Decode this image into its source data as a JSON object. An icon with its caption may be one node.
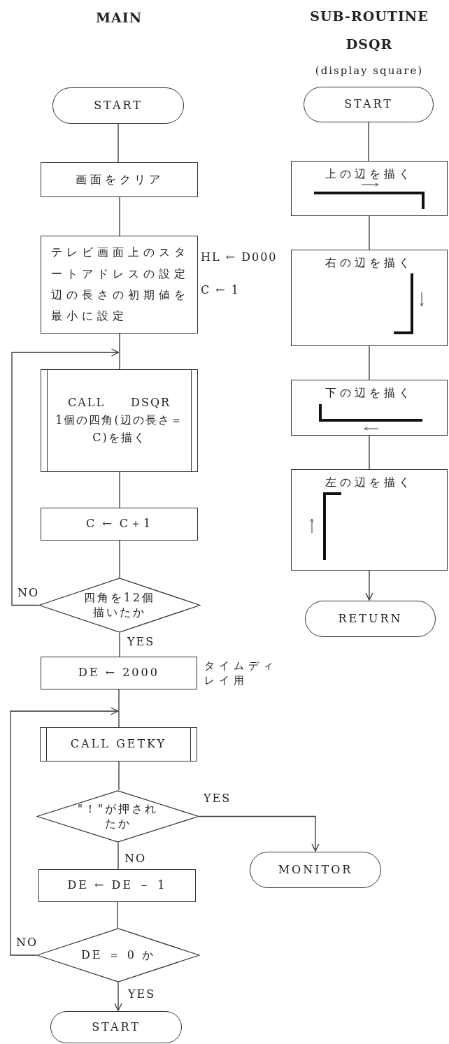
{
  "diagram": {
    "nodes": [
      {
        "text": [
          "START"
        ]
      },
      {
        "text": [
          "画面をクリア"
        ]
      },
      {
        "text": [
          "テレビ画面上のスタートアドレスの設定辺の長さの初期値を最小に設定"
        ],
        "beside": [
          "HL ← D000",
          "C ← 1"
        ]
      },
      {
        "text": [
          "CALL DSQR",
          "1個の四角(辺の長さ＝C)を描く"
        ]
      },
      {
        "text": [
          "C ← C＋1"
        ]
      },
      {
        "text": [
          "四角を12個描いたか"
        ]
      },
      {
        "text": [
          "DE ← 2000"
        ],
        "beside": [
          "タイムディレイ用"
        ]
      },
      {
        "text": [
          "CALL GETKY"
        ]
      },
      {
        "text": [
          "\"！\"が押されたか"
        ]
      },
      {
        "text": [
          "DE ← DE － 1"
        ]
      },
      {
        "text": [
          "DE ＝ 0 か"
        ]
      },
      {
        "text": [
          "START"
        ]
      },
      {
        "text": [
          "MONITOR"
        ]
      },
      {
        "text": [
          "START"
        ]
      },
      {
        "text": [
          "上の辺を描く"
        ]
      },
      {
        "text": [
          "右の辺を描く"
        ]
      },
      {
        "text": [
          "下の辺を描く"
        ]
      },
      {
        "text": [
          "左の辺を描く"
        ]
      },
      {
        "text": [
          "RETURN"
        ]
      }
    ],
    "edges": [
      {
        "from": 0,
        "to": 1,
        "arrow": "none"
      },
      {
        "from": 1,
        "to": 2,
        "arrow": "none"
      },
      {
        "from": 2,
        "to": 3,
        "arrow": "none"
      },
      {
        "from": 3,
        "to": 4,
        "arrow": "none"
      },
      {
        "from": 4,
        "to": 5,
        "arrow": "none"
      },
      {
        "from": 5,
        "to": 3,
        "arrow": "to",
        "label": "NO"
      },
      {
        "from": 5,
        "to": 6,
        "arrow": "none",
        "label": "YES"
      },
      {
        "from": 6,
        "to": 7,
        "arrow": "none"
      },
      {
        "from": 10,
        "to": 7,
        "arrow": "to",
        "label": "NO"
      },
      {
        "from": 7,
        "to": 8,
        "arrow": "none"
      },
      {
        "from": 8,
        "to": 12,
        "arrow": "to",
        "label": "YES"
      },
      {
        "from": 8,
        "to": 9,
        "arrow": "none",
        "label": "NO"
      },
      {
        "from": 9,
        "to": 10,
        "arrow": "none"
      },
      {
        "from": 10,
        "to": 11,
        "arrow": "to",
        "label": "YES"
      },
      {
        "from": 13,
        "to": 14,
        "arrow": "none"
      },
      {
        "from": 14,
        "to": 15,
        "arrow": "none"
      },
      {
        "from": 15,
        "to": 16,
        "arrow": "none"
      },
      {
        "from": 16,
        "to": 17,
        "arrow": "none"
      },
      {
        "from": 17,
        "to": 18,
        "arrow": "to"
      }
    ],
    "labels": [
      "MAIN",
      "SUB-ROUTINE",
      "DSQR",
      "(display square)"
    ]
  }
}
